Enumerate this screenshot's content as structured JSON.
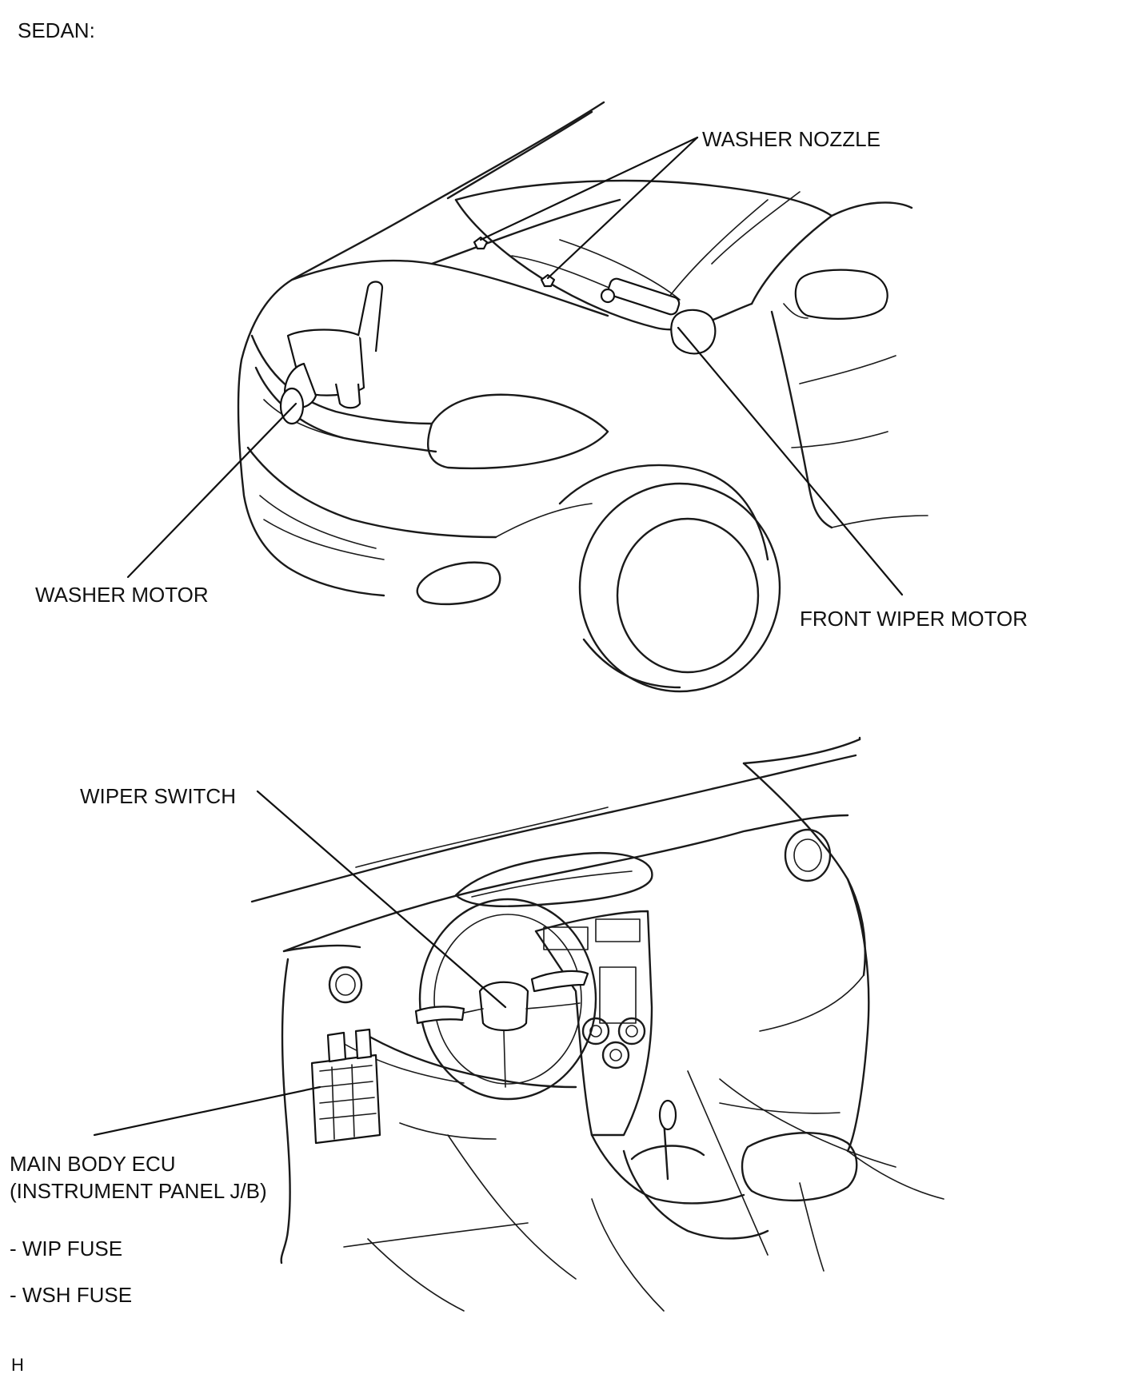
{
  "header": {
    "variant": "SEDAN:"
  },
  "exterior_view": {
    "labels": {
      "washer_nozzle": "WASHER NOZZLE",
      "washer_motor": "WASHER MOTOR",
      "front_wiper_motor": "FRONT WIPER MOTOR"
    }
  },
  "interior_view": {
    "labels": {
      "wiper_switch": "WIPER SWITCH",
      "main_body_ecu_line1": "MAIN BODY ECU",
      "main_body_ecu_line2": "(INSTRUMENT PANEL J/B)",
      "wip_fuse": "- WIP FUSE",
      "wsh_fuse": "- WSH FUSE"
    }
  },
  "footer": {
    "code": "H"
  }
}
